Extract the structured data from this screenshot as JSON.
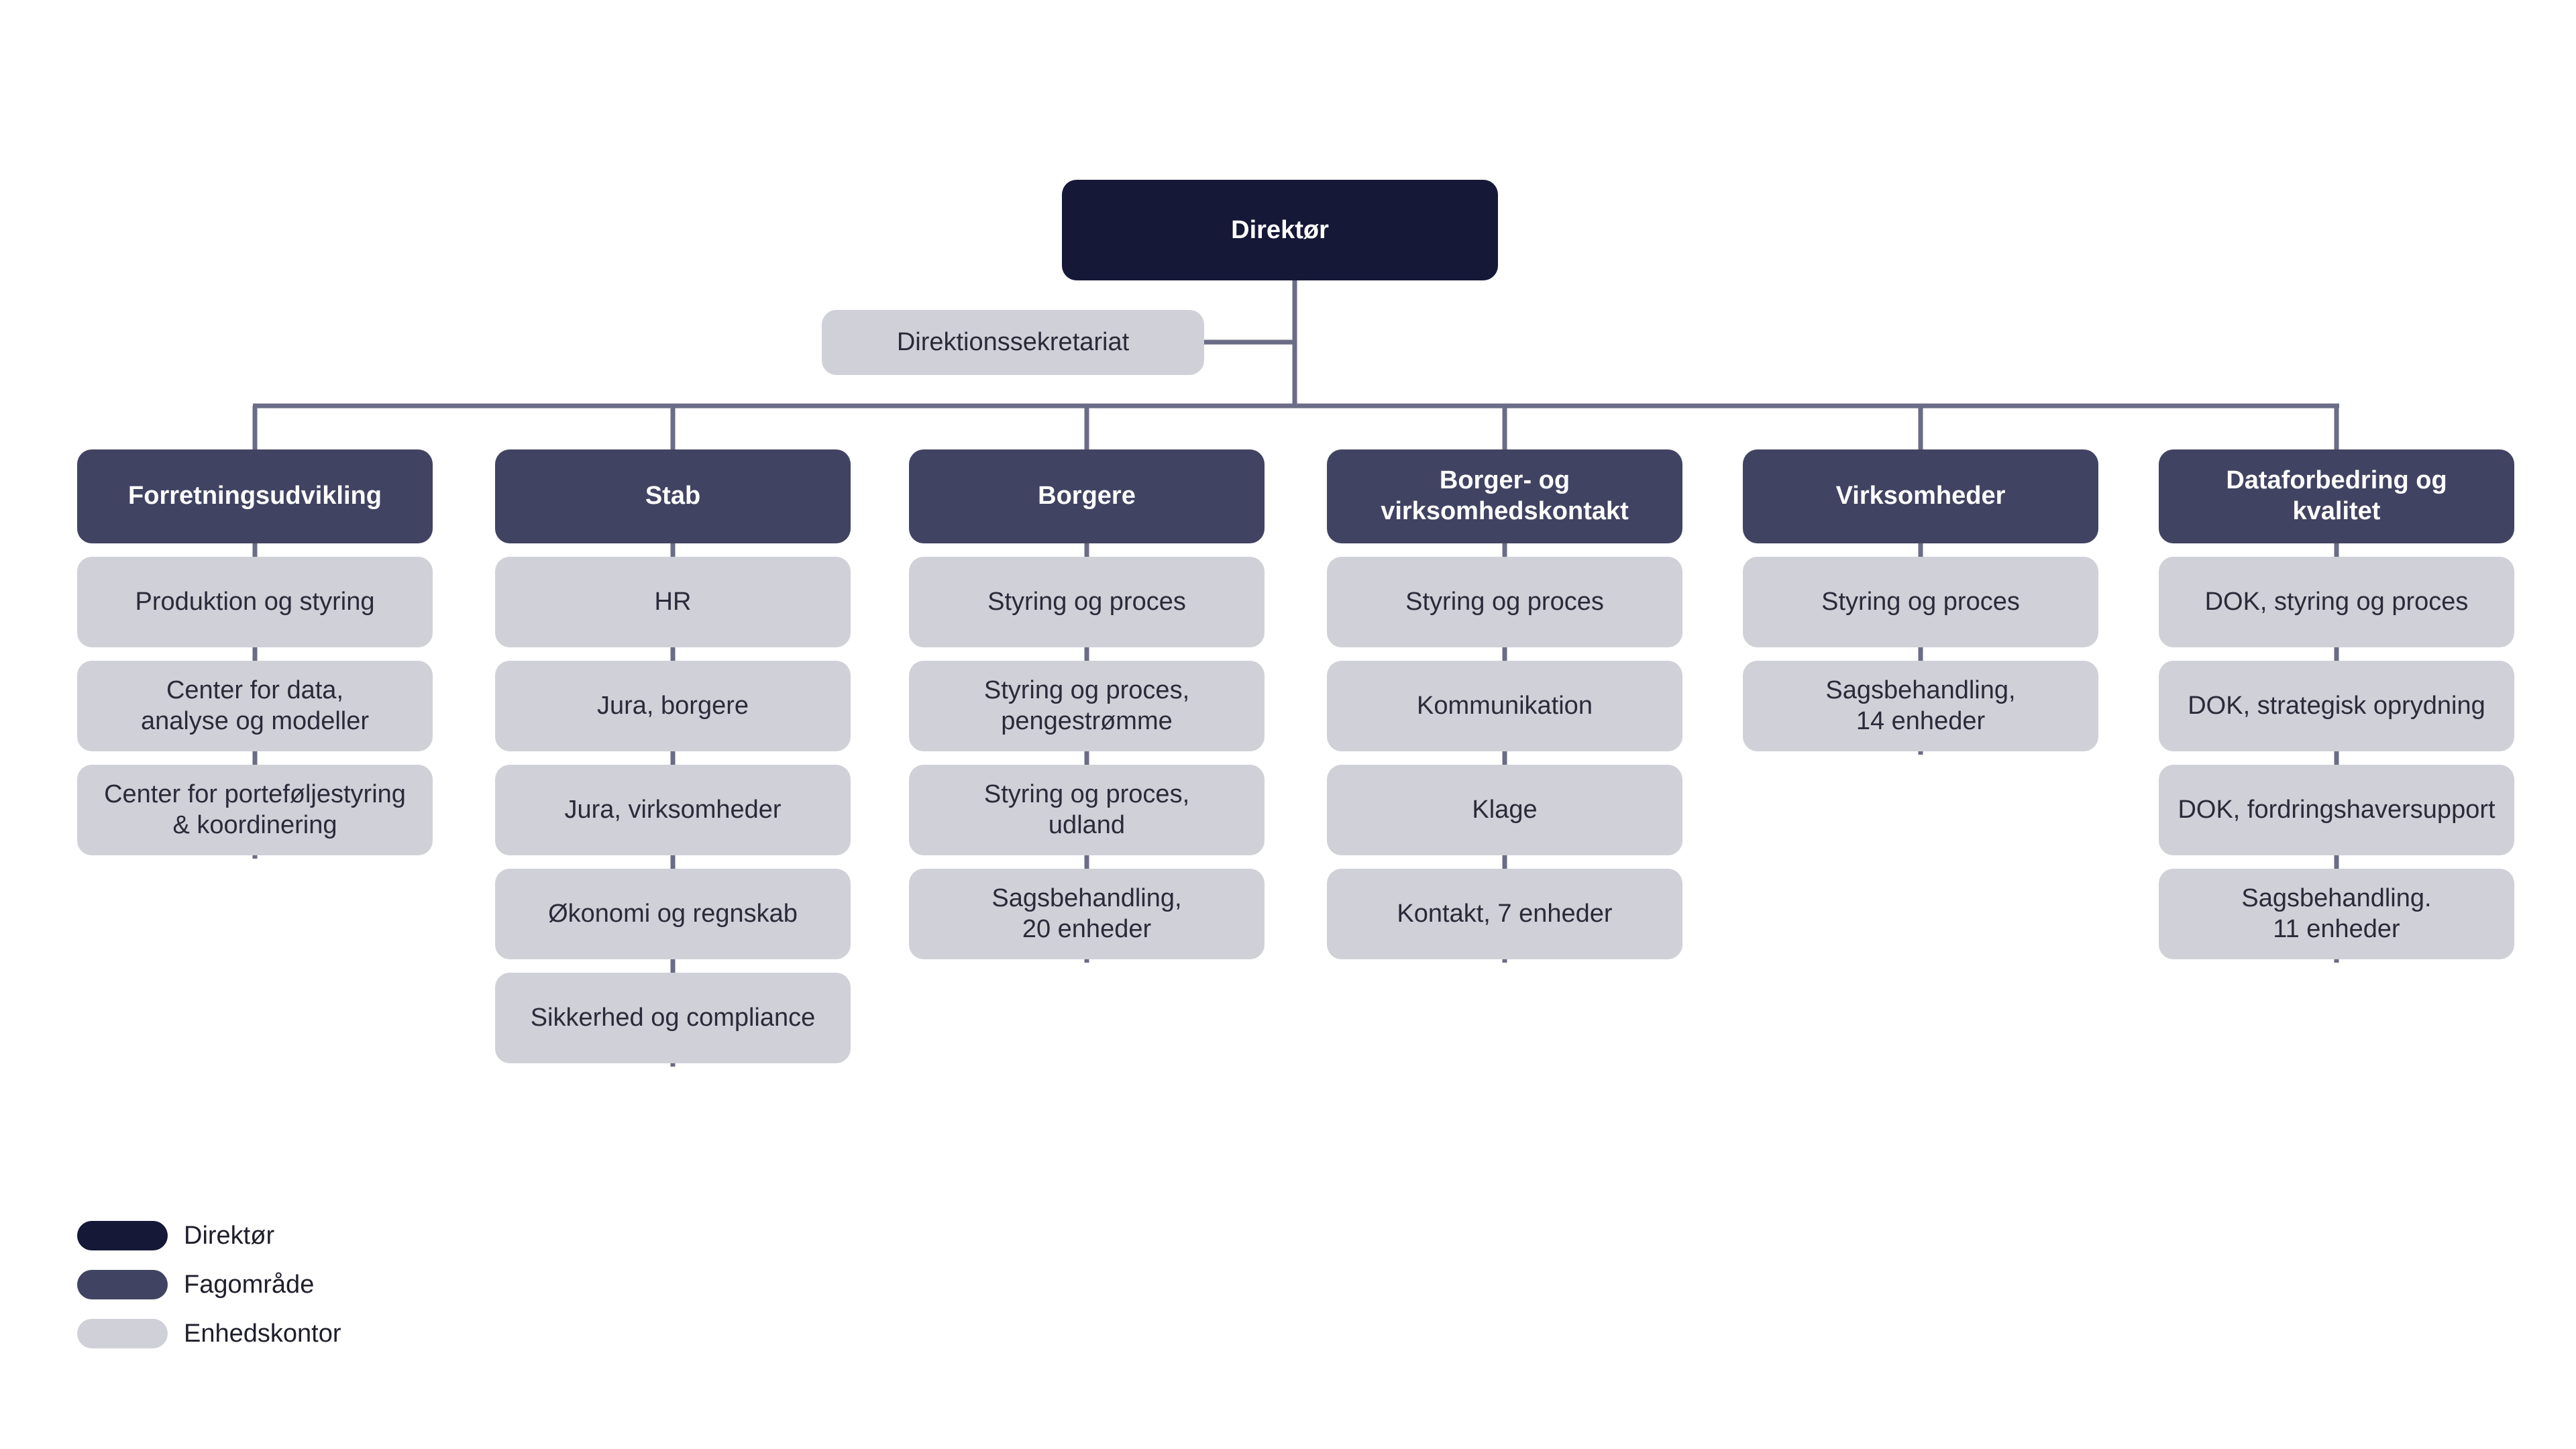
{
  "colors": {
    "director": "#161838",
    "area": "#414362",
    "unit": "#d0d0d8",
    "connector": "#6b6c86",
    "unit_text": "#2a2a3a",
    "header_text": "#ffffff"
  },
  "director": {
    "label": "Direktør"
  },
  "secretariat": {
    "label": "Direktionssekretariat"
  },
  "areas": [
    {
      "label": "Forretningsudvikling",
      "units": [
        "Produktion og styring",
        "Center for data,\nanalyse og modeller",
        "Center for porteføljestyring\n& koordinering"
      ]
    },
    {
      "label": "Stab",
      "units": [
        "HR",
        "Jura, borgere",
        "Jura, virksomheder",
        "Økonomi og regnskab",
        "Sikkerhed og compliance"
      ]
    },
    {
      "label": "Borgere",
      "units": [
        "Styring og proces",
        "Styring og proces,\npengestrømme",
        "Styring og proces,\nudland",
        "Sagsbehandling,\n20 enheder"
      ]
    },
    {
      "label": "Borger- og\nvirksomhedskontakt",
      "units": [
        "Styring og proces",
        "Kommunikation",
        "Klage",
        "Kontakt, 7 enheder"
      ]
    },
    {
      "label": "Virksomheder",
      "units": [
        "Styring og proces",
        "Sagsbehandling,\n14 enheder"
      ]
    },
    {
      "label": "Dataforbedring og\nkvalitet",
      "units": [
        "DOK, styring og proces",
        "DOK, strategisk oprydning",
        "DOK, fordringshaversupport",
        "Sagsbehandling.\n11 enheder"
      ]
    }
  ],
  "legend": [
    {
      "label": "Direktør",
      "color": "#161838"
    },
    {
      "label": "Fagområde",
      "color": "#414362"
    },
    {
      "label": "Enhedskontor",
      "color": "#d0d0d8"
    }
  ]
}
